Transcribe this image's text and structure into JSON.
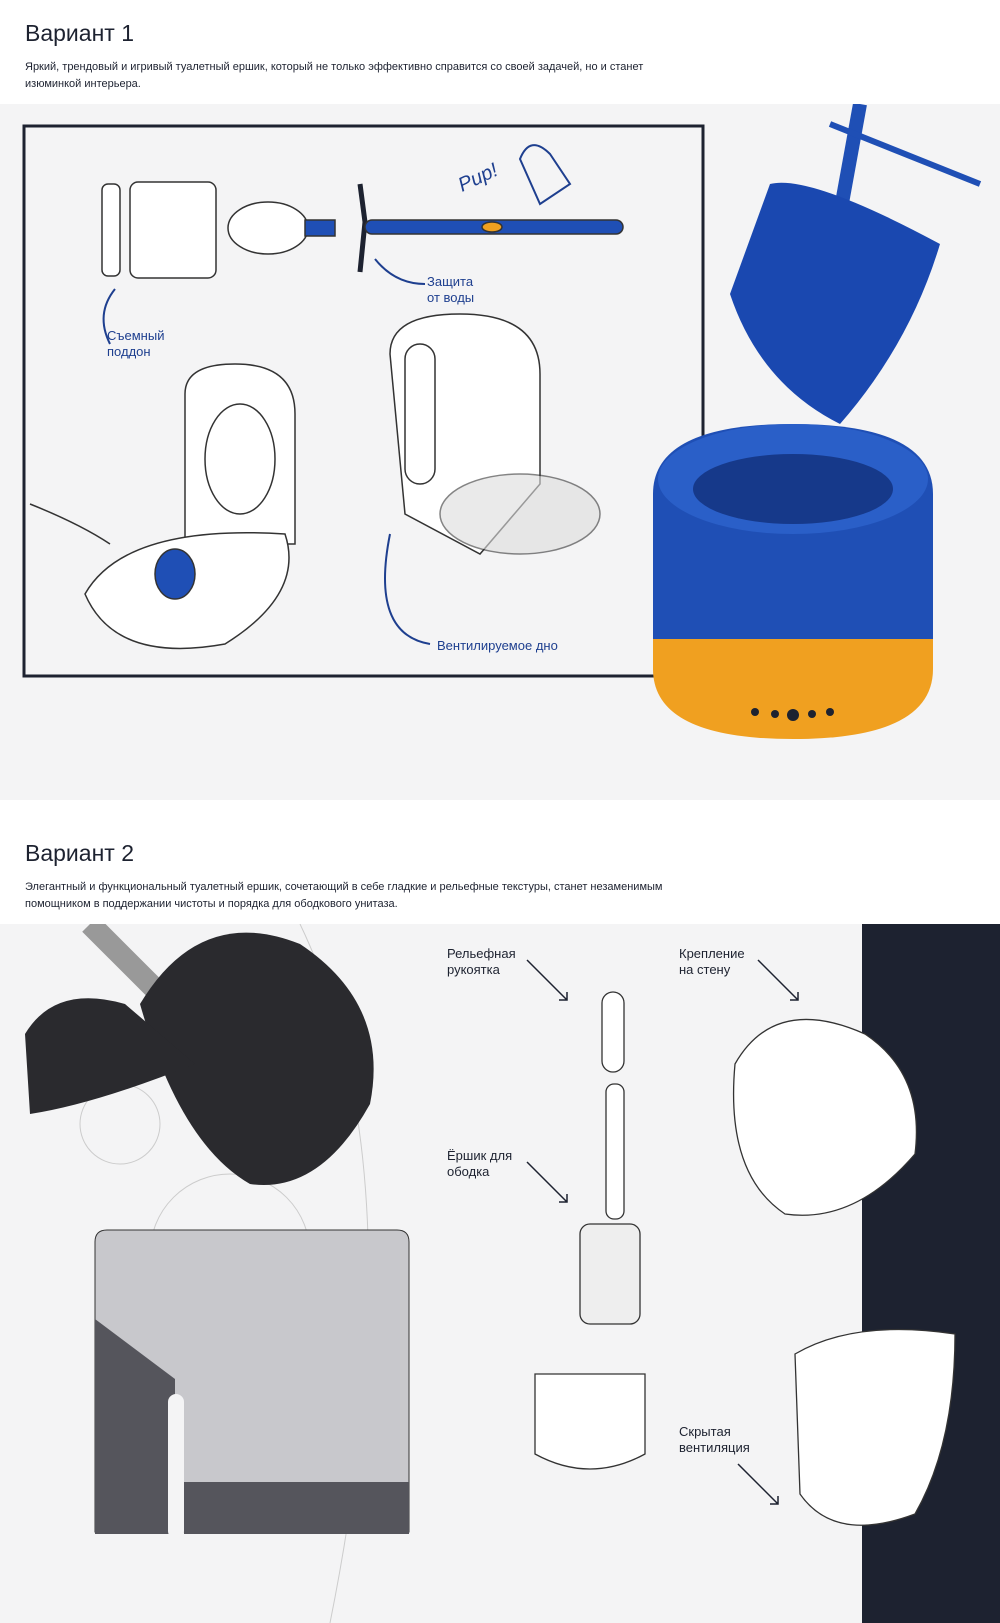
{
  "variant1": {
    "title": "Вариант 1",
    "description": "Яркий, трендовый и игривый туалетный ершик, который не только эффективно справится со своей задачей, но и станет изюминкой интерьера.",
    "labels": {
      "tray": "Съемный\nподдон",
      "water": "Защита\nот воды",
      "vent": "Вентилируемое дно",
      "sketch_note": "Pup!"
    },
    "colors": {
      "blue": "#1f4fb5",
      "orange": "#f0a020",
      "ink": "#1e3f8f"
    }
  },
  "variant2": {
    "title": "Вариант 2",
    "description": "Элегантный и функциональный туалетный ершик, сочетающий в себе гладкие и рельефные текстуры, станет незаменимым помощником в поддержании чистоты и порядка для ободкового унитаза.",
    "labels": {
      "handle": "Рельефная\nрукоятка",
      "rim": "Ёршик для\nободка",
      "mount": "Крепление\nна стену",
      "hidden_vent": "Скрытая\nвентиляция"
    },
    "colors": {
      "dark": "#1d2230"
    }
  }
}
